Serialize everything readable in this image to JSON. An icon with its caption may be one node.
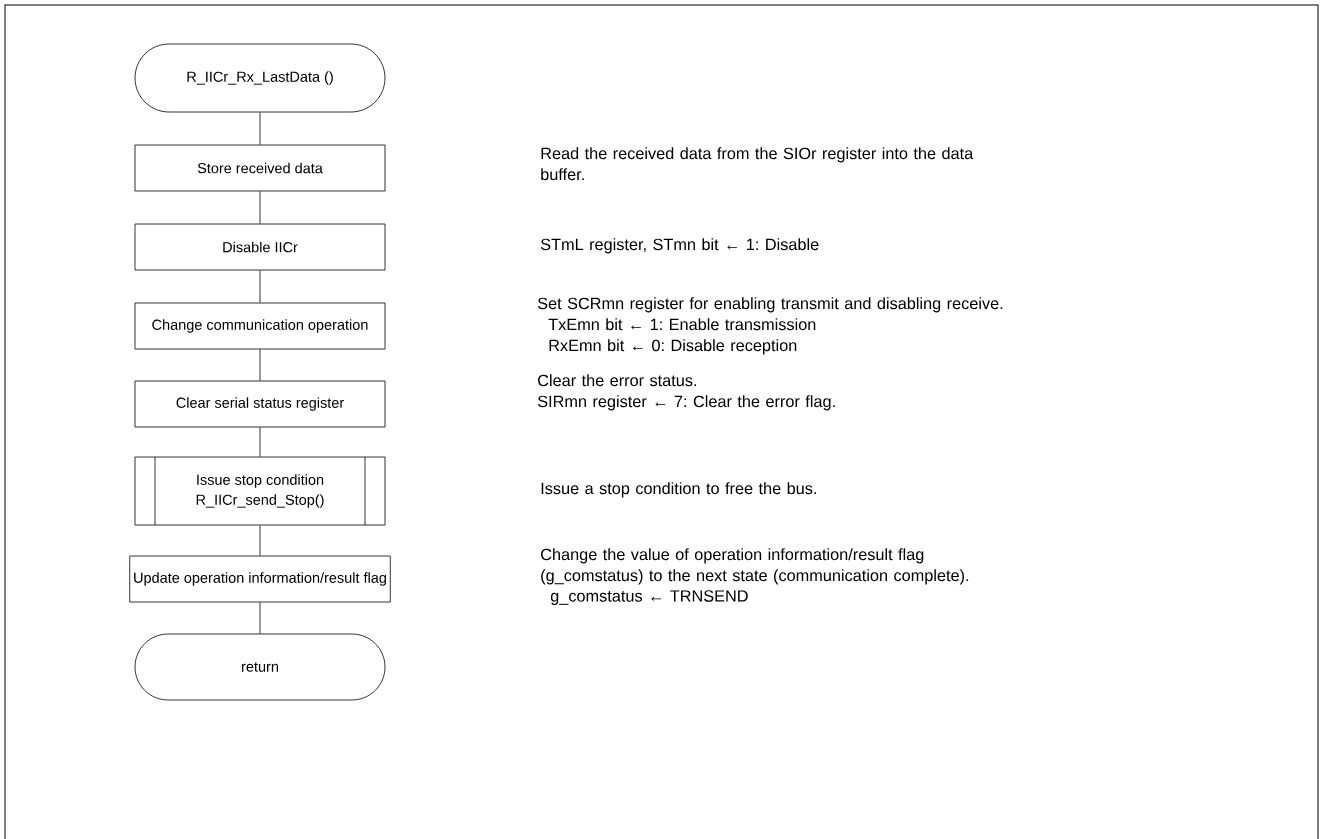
{
  "diagram": {
    "nodes": [
      {
        "text": [
          "R_IICr_Rx_LastData ()"
        ]
      },
      {
        "text": [
          "Store received data"
        ]
      },
      {
        "text": [
          "Disable IICr"
        ]
      },
      {
        "text": [
          "Change communication operation"
        ]
      },
      {
        "text": [
          "Clear serial status register"
        ]
      },
      {
        "text": [
          "Issue stop condition",
          "R_IICr_send_Stop()"
        ]
      },
      {
        "text": [
          "Update operation information/result flag"
        ]
      },
      {
        "text": [
          "return"
        ]
      }
    ],
    "edges": [
      {
        "from": 0,
        "to": 1,
        "arrow": "none"
      },
      {
        "from": 1,
        "to": 2,
        "arrow": "none"
      },
      {
        "from": 2,
        "to": 3,
        "arrow": "none"
      },
      {
        "from": 3,
        "to": 4,
        "arrow": "none"
      },
      {
        "from": 4,
        "to": 5,
        "arrow": "none"
      },
      {
        "from": 5,
        "to": 6,
        "arrow": "none"
      },
      {
        "from": 6,
        "to": 7,
        "arrow": "none"
      }
    ],
    "labels": [
      "Read the received data from the SIOr register into the data buffer.",
      "STmL register, STmn bit ← 1: Disable",
      "Set SCRmn register for enabling transmit and disabling receive.",
      "TxEmn bit ← 1: Enable transmission",
      "RxEmn bit ← 0: Disable reception",
      "Clear the error status.",
      "SIRmn register ← 7: Clear the error flag.",
      "Issue a stop condition to free the bus.",
      "Change the value of operation information/result flag (g_comstatus) to the next state (communication complete).",
      "g_comstatus ← TRNSEND"
    ]
  }
}
